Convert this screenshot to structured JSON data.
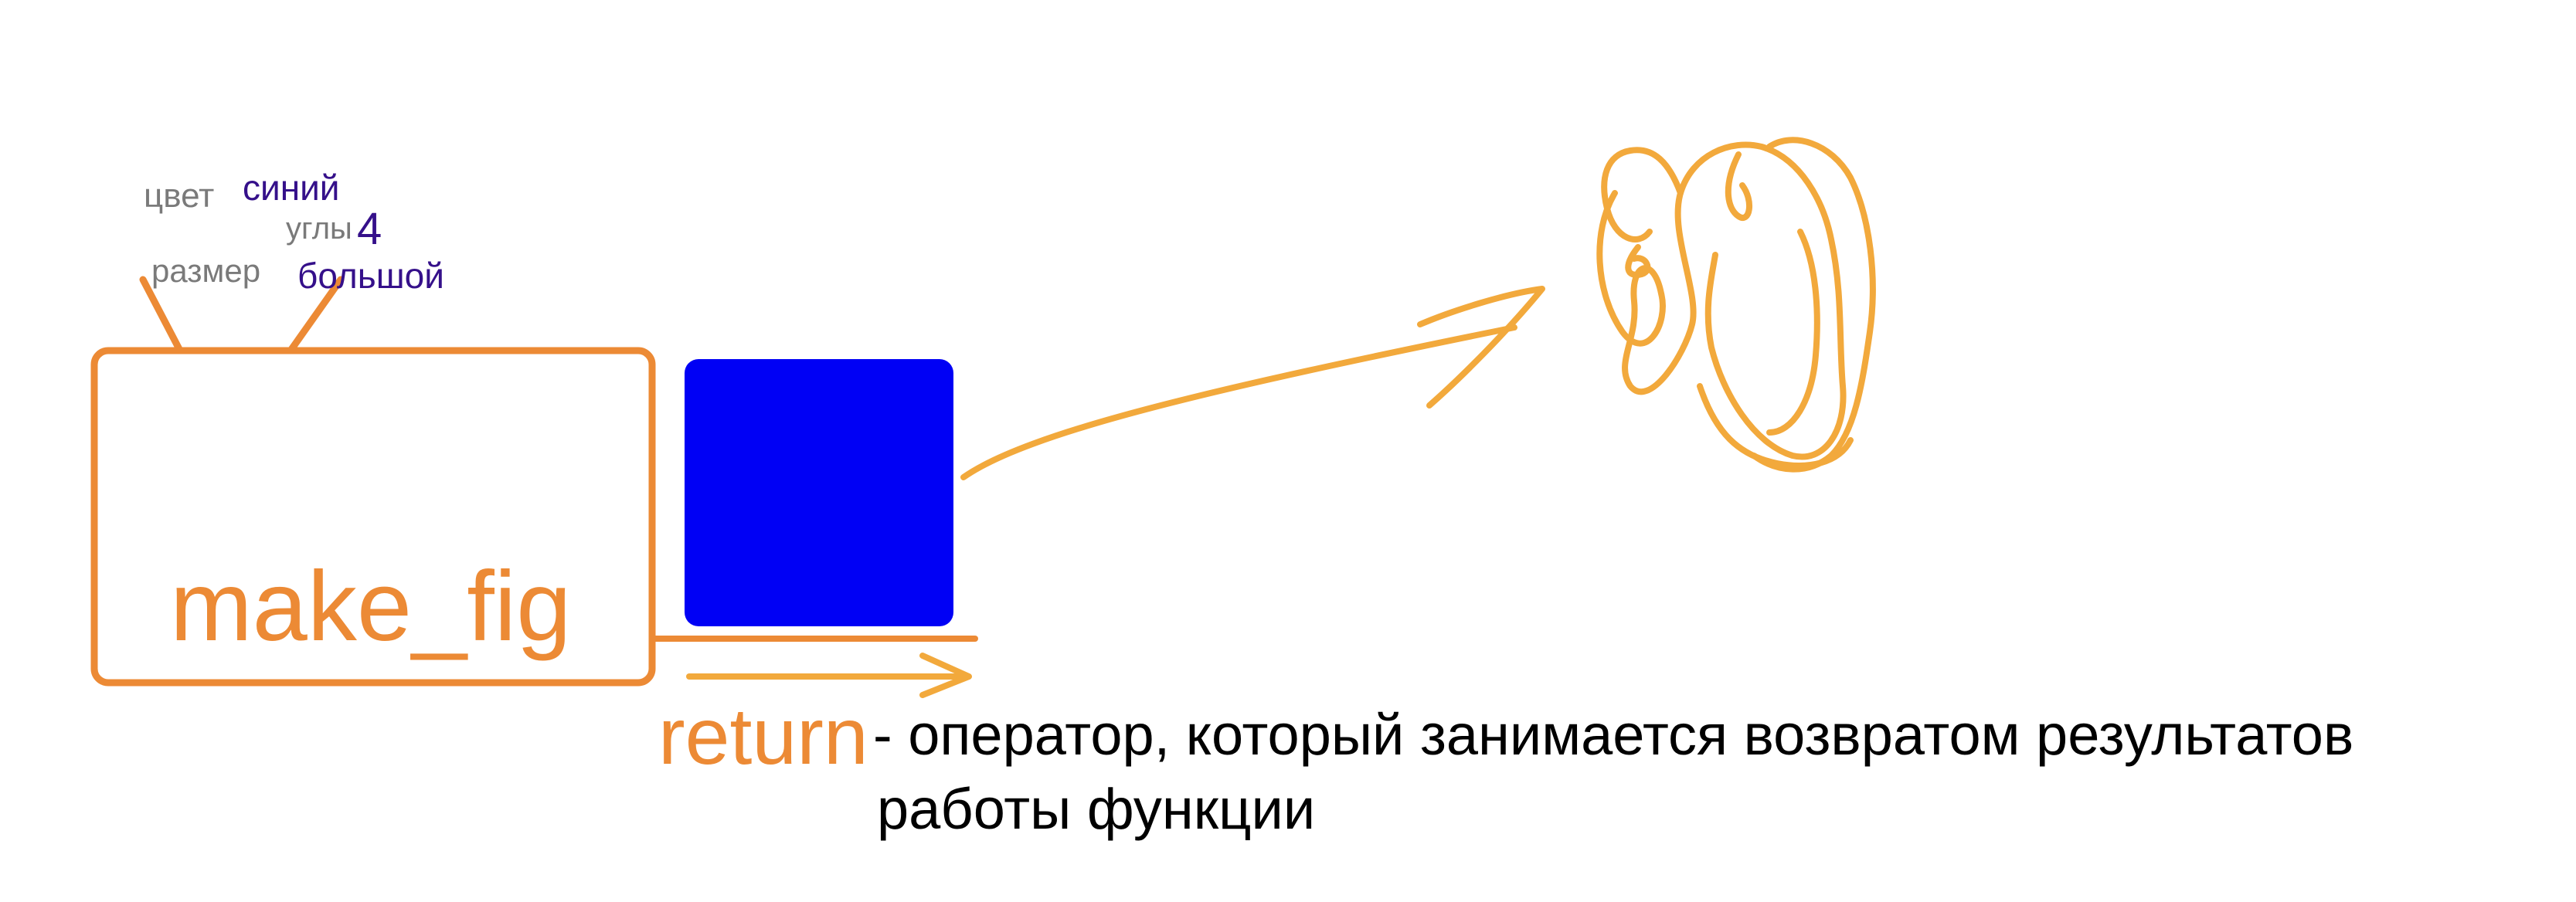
{
  "function_box": {
    "name": "make_fig"
  },
  "params": {
    "color_label": "цвет",
    "color_value": "синий",
    "corners_label": "углы",
    "corners_value": "4",
    "size_label": "размер",
    "size_value": "большой"
  },
  "result": {
    "shape_color": "#0000f5"
  },
  "return_note": {
    "keyword": "return",
    "description_line1": "- оператор, который занимается возвратом результатов",
    "description_line2": "работы функции"
  },
  "colors": {
    "stroke_orange": "#ec8a35",
    "stroke_light_orange": "#f2a93c",
    "param_value": "#35108a",
    "param_label": "#7a7a7a"
  }
}
